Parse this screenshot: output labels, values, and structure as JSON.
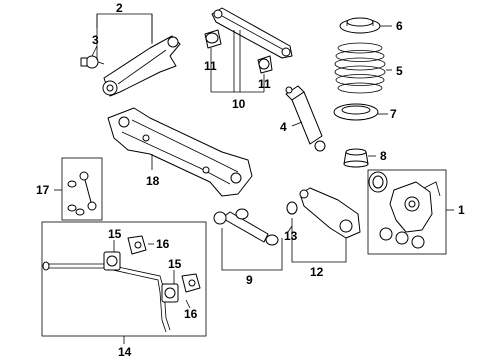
{
  "callouts": {
    "c1": "1",
    "c2": "2",
    "c3": "3",
    "c4": "4",
    "c5": "5",
    "c6": "6",
    "c7": "7",
    "c8": "8",
    "c9": "9",
    "c10": "10",
    "c11a": "11",
    "c11b": "11",
    "c12": "12",
    "c13": "13",
    "c14": "14",
    "c15a": "15",
    "c15b": "15",
    "c16a": "16",
    "c16b": "16",
    "c17": "17",
    "c18": "18"
  }
}
